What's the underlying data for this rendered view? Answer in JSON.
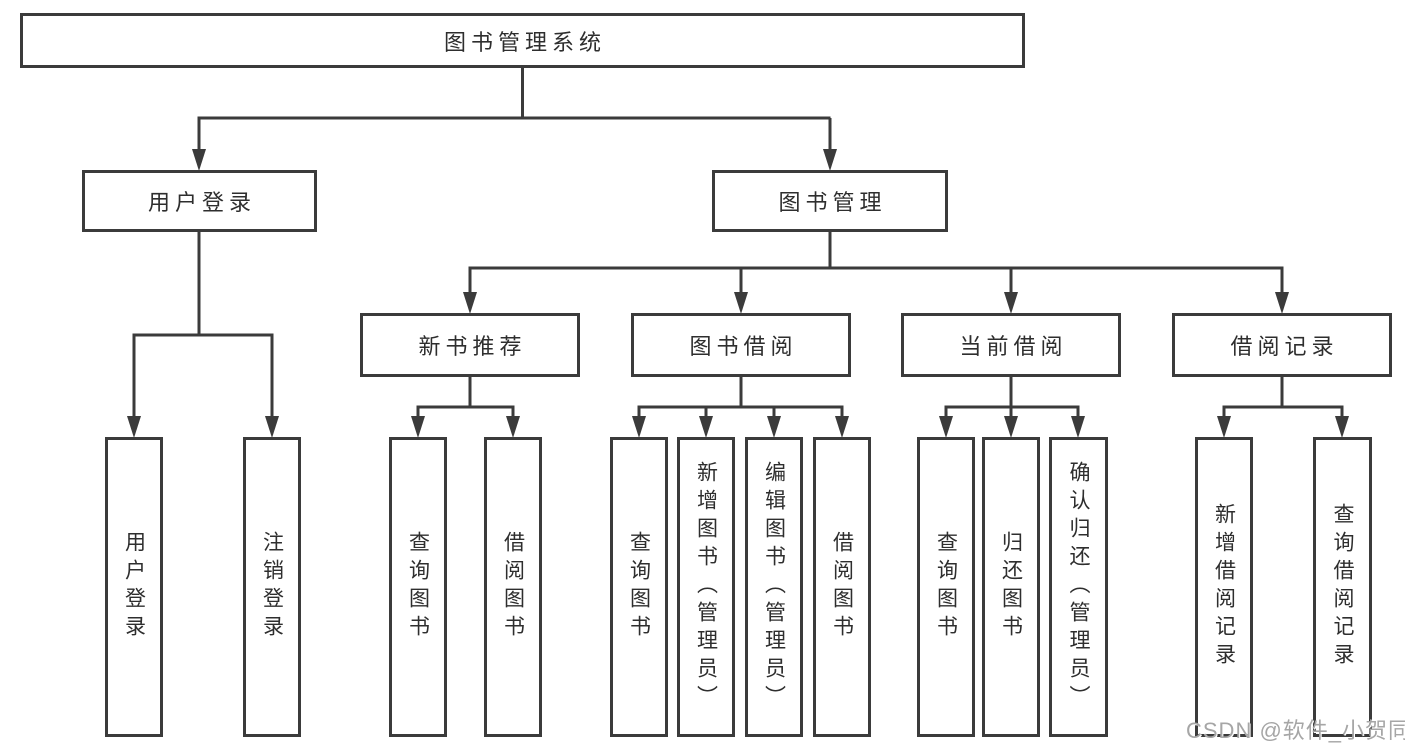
{
  "diagram": {
    "root": {
      "label": "图书管理系统"
    },
    "level2": [
      {
        "label": "用户登录",
        "parent": "图书管理系统"
      },
      {
        "label": "图书管理",
        "parent": "图书管理系统"
      }
    ],
    "level3": [
      {
        "label": "新书推荐",
        "parent": "图书管理"
      },
      {
        "label": "图书借阅",
        "parent": "图书管理"
      },
      {
        "label": "当前借阅",
        "parent": "图书管理"
      },
      {
        "label": "借阅记录",
        "parent": "图书管理"
      }
    ],
    "level4": [
      {
        "label": "用户登录",
        "parent": "用户登录"
      },
      {
        "label": "注销登录",
        "parent": "用户登录"
      },
      {
        "label": "查询图书",
        "parent": "新书推荐"
      },
      {
        "label": "借阅图书",
        "parent": "新书推荐"
      },
      {
        "label": "查询图书",
        "parent": "图书借阅"
      },
      {
        "label": "新增图书（管理员）",
        "parent": "图书借阅"
      },
      {
        "label": "编辑图书（管理员）",
        "parent": "图书借阅"
      },
      {
        "label": "借阅图书",
        "parent": "图书借阅"
      },
      {
        "label": "查询图书",
        "parent": "当前借阅"
      },
      {
        "label": "归还图书",
        "parent": "当前借阅"
      },
      {
        "label": "确认归还（管理员）",
        "parent": "当前借阅"
      },
      {
        "label": "新增借阅记录",
        "parent": "借阅记录"
      },
      {
        "label": "查询借阅记录",
        "parent": "借阅记录"
      }
    ],
    "colors": {
      "border": "#3b3b3b",
      "line": "#3b3b3b",
      "text": "#2e2e2e",
      "background": "#ffffff",
      "watermark": "#a6a6a6"
    },
    "watermark": "CSDN @软件_小贺同学"
  }
}
